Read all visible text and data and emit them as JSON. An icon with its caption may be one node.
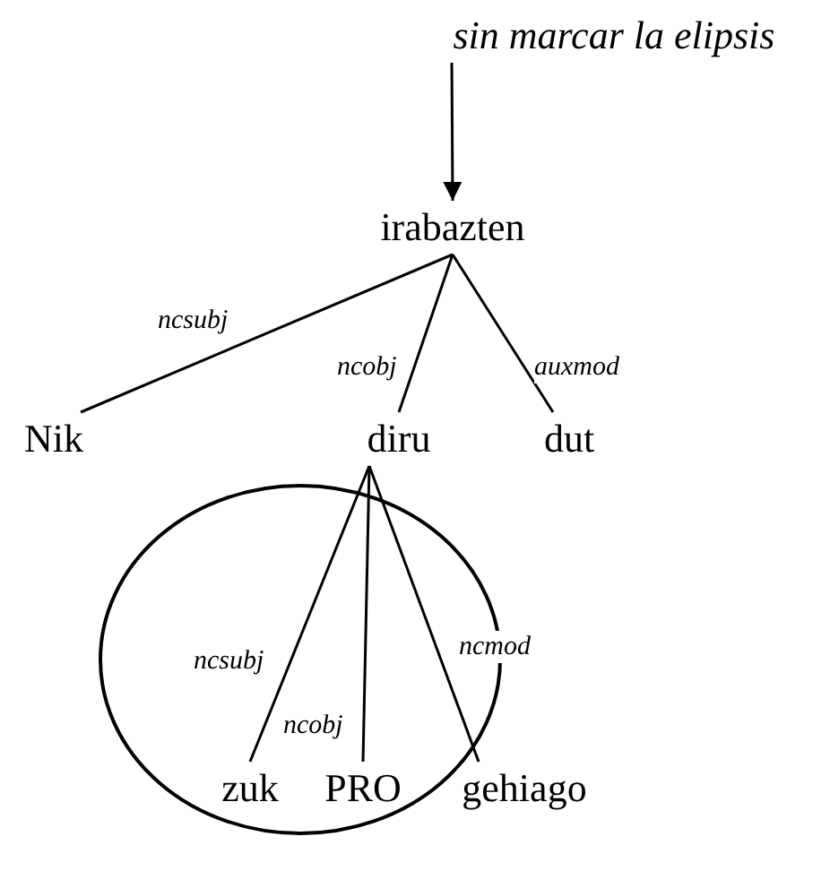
{
  "diagram": {
    "nodes": [
      {
        "text": [
          "sin marcar la elipsis"
        ]
      },
      {
        "text": [
          "irabazten"
        ]
      },
      {
        "text": [
          "Nik"
        ]
      },
      {
        "text": [
          "diru"
        ]
      },
      {
        "text": [
          "dut"
        ]
      },
      {
        "text": [],
        "shape": "circle"
      },
      {
        "text": [
          "zuk"
        ],
        "in": 5
      },
      {
        "text": [
          "PRO"
        ],
        "in": 5
      },
      {
        "text": [
          "gehiago"
        ]
      }
    ],
    "edges": [
      {
        "from": 0,
        "to": 1,
        "arrow": "to"
      },
      {
        "from": 1,
        "to": 2,
        "arrow": "none",
        "label": "ncsubj"
      },
      {
        "from": 1,
        "to": 3,
        "arrow": "none",
        "label": "ncobj"
      },
      {
        "from": 1,
        "to": 4,
        "arrow": "none",
        "label": "auxmod"
      },
      {
        "from": 3,
        "to": 6,
        "arrow": "none",
        "label": "ncsubj"
      },
      {
        "from": 3,
        "to": 7,
        "arrow": "none",
        "label": "ncobj"
      },
      {
        "from": 3,
        "to": 8,
        "arrow": "none",
        "label": "ncmod"
      }
    ]
  }
}
